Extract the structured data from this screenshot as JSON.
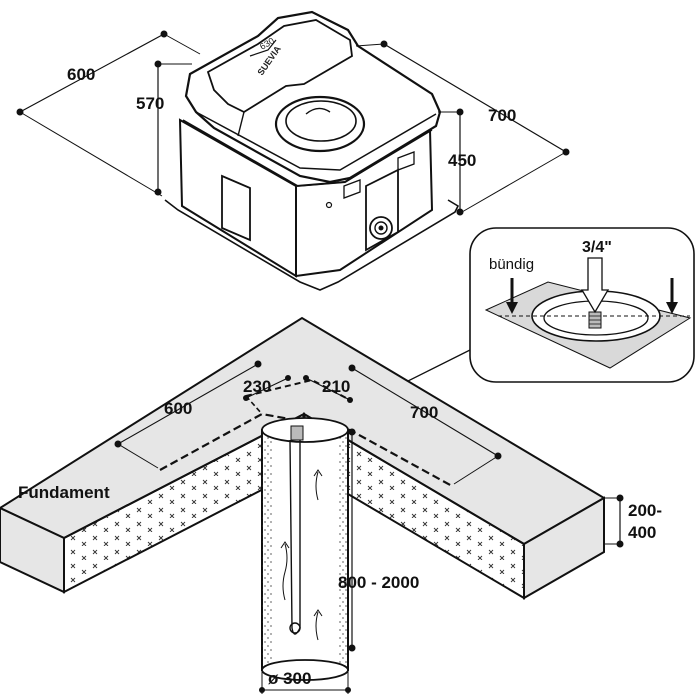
{
  "trough": {
    "dim_depth": "600",
    "dim_height": "570",
    "dim_width": "700",
    "dim_side_height": "450",
    "model_number": "630",
    "brand": "SUEVIA"
  },
  "inset": {
    "flush_label": "bündig",
    "pipe_size": "3/4\""
  },
  "foundation": {
    "label": "Fundament",
    "dim_left": "600",
    "dim_right": "700",
    "dim_offset_left": "230",
    "dim_offset_right": "210",
    "dim_thickness": "200-\n400",
    "dim_thickness_line1": "200-",
    "dim_thickness_line2": "400",
    "dim_pipe_depth": "800 - 2000",
    "dim_pipe_diameter": "ø 300"
  }
}
